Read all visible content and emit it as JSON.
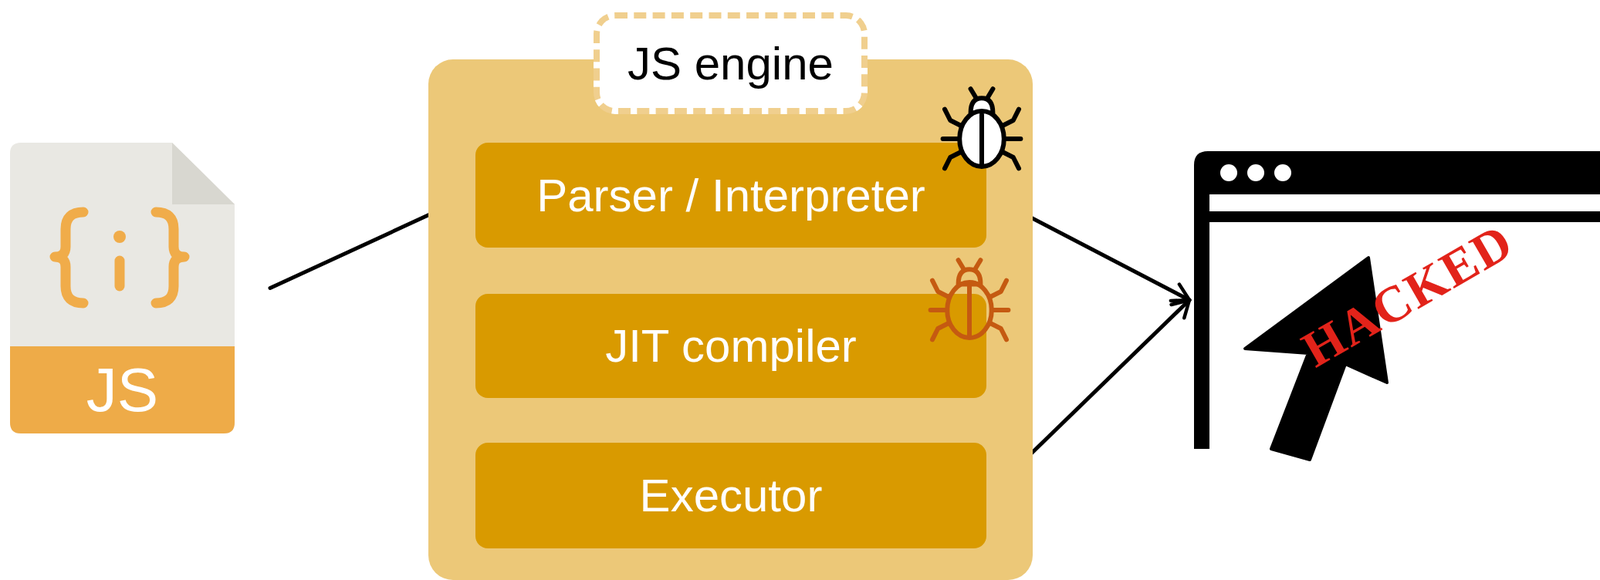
{
  "diagram": {
    "nodes": [
      {
        "text": [
          "JS"
        ]
      },
      {
        "text": [
          "JS engine"
        ]
      },
      {
        "text": [
          "Parser / Interpreter"
        ],
        "in": 1
      },
      {
        "text": [
          "JIT compiler"
        ],
        "in": 1
      },
      {
        "text": [
          "Executor"
        ],
        "in": 1
      },
      {
        "text": [
          "HACKED"
        ]
      }
    ],
    "edges": [
      {
        "from": 0,
        "to": 2,
        "arrow": "to"
      },
      {
        "from": 2,
        "to": 3,
        "arrow": "to"
      },
      {
        "from": 3,
        "to": 4,
        "arrow": "to"
      },
      {
        "from": 2,
        "to": 5,
        "arrow": "to"
      },
      {
        "from": 4,
        "to": 5,
        "arrow": "to"
      }
    ]
  }
}
